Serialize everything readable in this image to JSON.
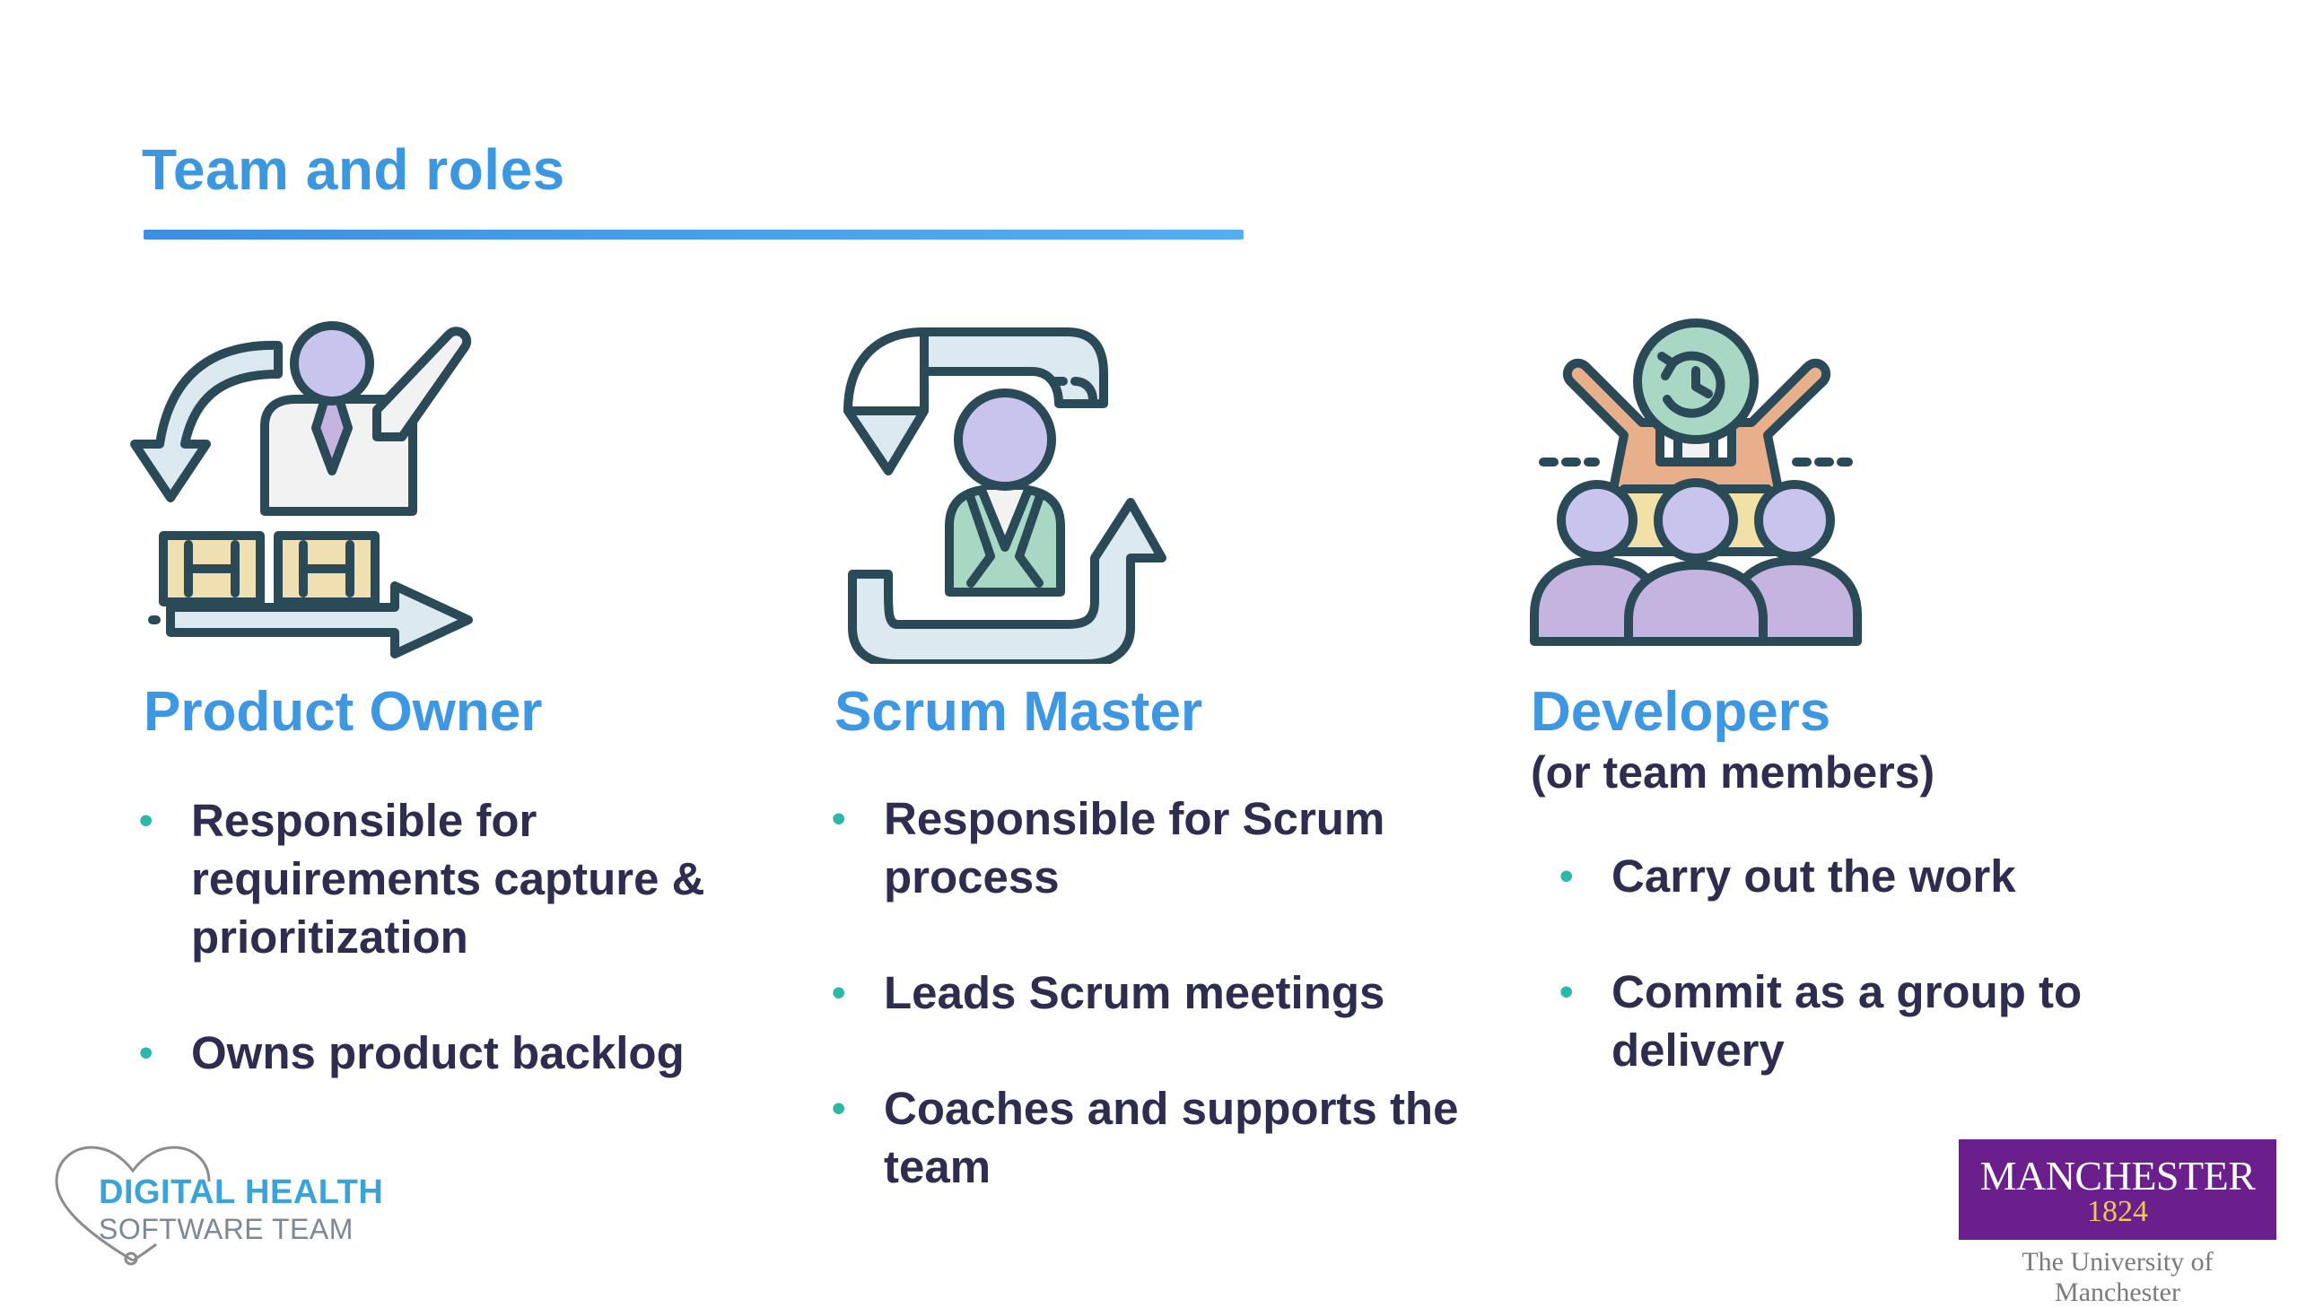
{
  "slide": {
    "title": "Team and roles"
  },
  "columns": [
    {
      "title": "Product Owner",
      "icon": "product-owner-icon",
      "bullets": [
        "Responsible for requirements capture & prioritization",
        "Owns product backlog"
      ]
    },
    {
      "title": "Scrum Master",
      "icon": "scrum-master-icon",
      "bullets": [
        "Responsible for Scrum process",
        "Leads Scrum meetings",
        "Coaches and supports the team"
      ]
    },
    {
      "title": "Developers",
      "subtitle": "(or team members)",
      "icon": "developers-icon",
      "bullets": [
        "Carry out the work",
        "Commit as a group to delivery"
      ]
    }
  ],
  "logos": {
    "digital_health": {
      "line1": "DIGITAL HEALTH",
      "line2": "SOFTWARE TEAM"
    },
    "manchester": {
      "name": "MANCHESTER",
      "year": "1824",
      "subtitle": "The University of Manchester"
    }
  },
  "colors": {
    "accent": "#3a97e0",
    "text": "#2e2c4f",
    "bullet": "#2bb8a8",
    "manchester_purple": "#6a1f8c",
    "manchester_gold": "#f2c84b"
  }
}
